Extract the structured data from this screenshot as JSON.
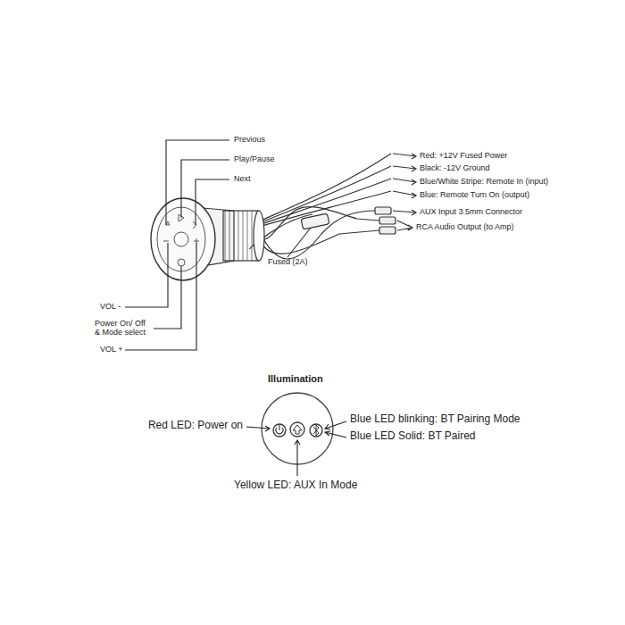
{
  "diagram": {
    "labels": [
      "Previous",
      "Play/Pause",
      "Next",
      "VOL -",
      "Power On/ Off & Mode select",
      "VOL +",
      "Red: +12V Fused Power",
      "Black: -12V Ground",
      "Blue/White Stripe: Remote In (input)",
      "Blue: Remote Turn On (output)",
      "AUX Input 3.5mm Connector",
      "RCA Audio Output (to Amp)",
      "Fused (2A)",
      "Illumination",
      "Red LED: Power on",
      "Blue LED blinking: BT Pairing Mode",
      "Blue LED Solid: BT Paired",
      "Yellow LED: AUX In Mode"
    ]
  }
}
